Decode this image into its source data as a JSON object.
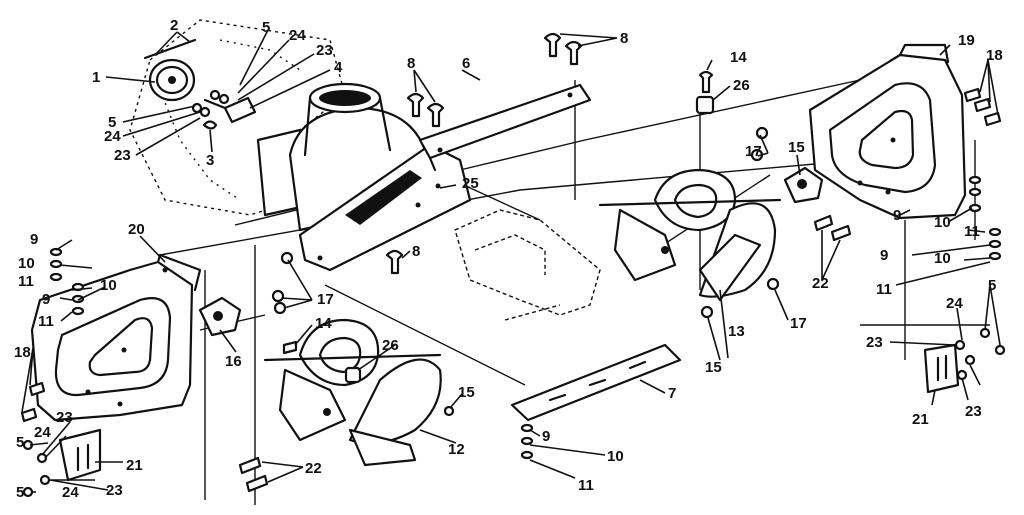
{
  "labels": {
    "l1": "1",
    "l2": "2",
    "l3": "3",
    "l4": "4",
    "l5a": "5",
    "l5b": "5",
    "l5c": "5",
    "l5d": "5",
    "l5e": "5",
    "l6": "6",
    "l7": "7",
    "l8a": "8",
    "l8b": "8",
    "l8c": "8",
    "l9a": "9",
    "l9b": "9",
    "l9c": "9",
    "l9d": "9",
    "l9e": "9",
    "l10a": "10",
    "l10b": "10",
    "l10c": "10",
    "l10d": "10",
    "l10e": "10",
    "l11a": "11",
    "l11b": "11",
    "l11c": "11",
    "l11d": "11",
    "l11e": "11",
    "l12": "12",
    "l13": "13",
    "l14a": "14",
    "l14b": "14",
    "l15a": "15",
    "l15b": "15",
    "l15c": "15",
    "l16": "16",
    "l17a": "17",
    "l17b": "17",
    "l17c": "17",
    "l18a": "18",
    "l18b": "18",
    "l19": "19",
    "l20": "20",
    "l21a": "21",
    "l21b": "21",
    "l22a": "22",
    "l22b": "22",
    "l23a": "23",
    "l23b": "23",
    "l23c": "23",
    "l23d": "23",
    "l23e": "23",
    "l23f": "23",
    "l24a": "24",
    "l24b": "24",
    "l24c": "24",
    "l24d": "24",
    "l24e": "24",
    "l25": "25",
    "l26a": "26",
    "l26b": "26"
  }
}
